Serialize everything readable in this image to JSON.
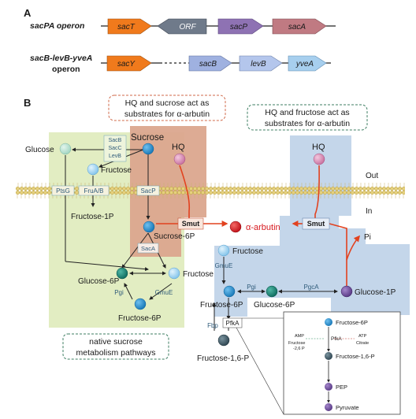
{
  "panel_a": {
    "label": "A",
    "operon1": {
      "title": "sacPA operon",
      "genes": [
        {
          "name": "sacT",
          "color": "#f07a1c"
        },
        {
          "name": "ORF",
          "color": "#6f7a8a"
        },
        {
          "name": "sacP",
          "color": "#8e72b3"
        },
        {
          "name": "sacA",
          "color": "#c07a82"
        }
      ]
    },
    "operon2": {
      "title_line1": "sacB-levB-yveA",
      "title_line2": "operon",
      "genes": [
        {
          "name": "sacY",
          "color": "#f07a1c"
        },
        {
          "name": "sacB",
          "color": "#9fb1e0"
        },
        {
          "name": "levB",
          "color": "#b4c6ec"
        },
        {
          "name": "yveA",
          "color": "#a7cfee"
        }
      ]
    }
  },
  "panel_b": {
    "label": "B",
    "box_sucrose_line1": "HQ and sucrose act as",
    "box_sucrose_line2": "substrates for α-arbutin",
    "box_fructose_line1": "HQ and fructose act as",
    "box_fructose_line2": "substrates for α-arbutin",
    "native_line1": "native sucrose",
    "native_line2": "metabolism pathways",
    "out_label": "Out",
    "in_label": "In",
    "metabolites": {
      "glucose": "Glucose",
      "fructose_top": "Fructose",
      "fructose1p": "Fructose-1P",
      "sucrose": "Sucrose",
      "hq_left": "HQ",
      "sucrose6p": "Sucrose-6P",
      "arbutin": "α-arbutin",
      "glucose6p_left": "Glucose-6P",
      "fructose_mid": "Fructose",
      "fructose6p_left": "Fructose-6P",
      "hq_right": "HQ",
      "pi": "Pi",
      "fructose_right": "Fructose",
      "fructose6p_right": "Fructose-6P",
      "glucose6p_right": "Glucose-6P",
      "glucose1p": "Glucose-1P",
      "fructose16p": "Fructose-1,6-P"
    },
    "enzymes": {
      "sacb": "SacB",
      "sacc": "SacC",
      "levb": "LevB",
      "ptsg": "PtsG",
      "fruab": "FruA/B",
      "sacp": "SacP",
      "saca": "SacA",
      "pgi_left": "Pgi",
      "gmue_left": "GmuE",
      "smut_left": "Smut",
      "smut_right": "Smut",
      "gmue_right": "GmuE",
      "pgi_right": "Pgi",
      "pgca": "PgcA",
      "fbp": "Fbp",
      "pfka": "PfkA"
    },
    "inset": {
      "fructose6p": "Fructose-6P",
      "pfka": "PfkA",
      "amp": "AMP",
      "fructose26p_line1": "Fructose",
      "fructose26p_line2": "-2,6 P",
      "atp": "ATP",
      "citrate": "Citrate",
      "fructose16p": "Fructose-1,6-P",
      "pep": "PEP",
      "pyruvate": "Pyruvate"
    }
  },
  "colors": {
    "green_region": "#e2edc2",
    "brown_region": "#dba68e",
    "blue_region": "#c4d6ea",
    "membrane": "#e2cf7a",
    "red_arrow": "#e2421f",
    "arbutin_red": "#d7191f",
    "hq_pink": "#d98ab4",
    "light_blue_node": "#a7d6f2",
    "blue_node": "#1f8fcf",
    "teal_node": "#138577",
    "purple_node": "#6e4c97",
    "dark_node": "#3e5966"
  }
}
